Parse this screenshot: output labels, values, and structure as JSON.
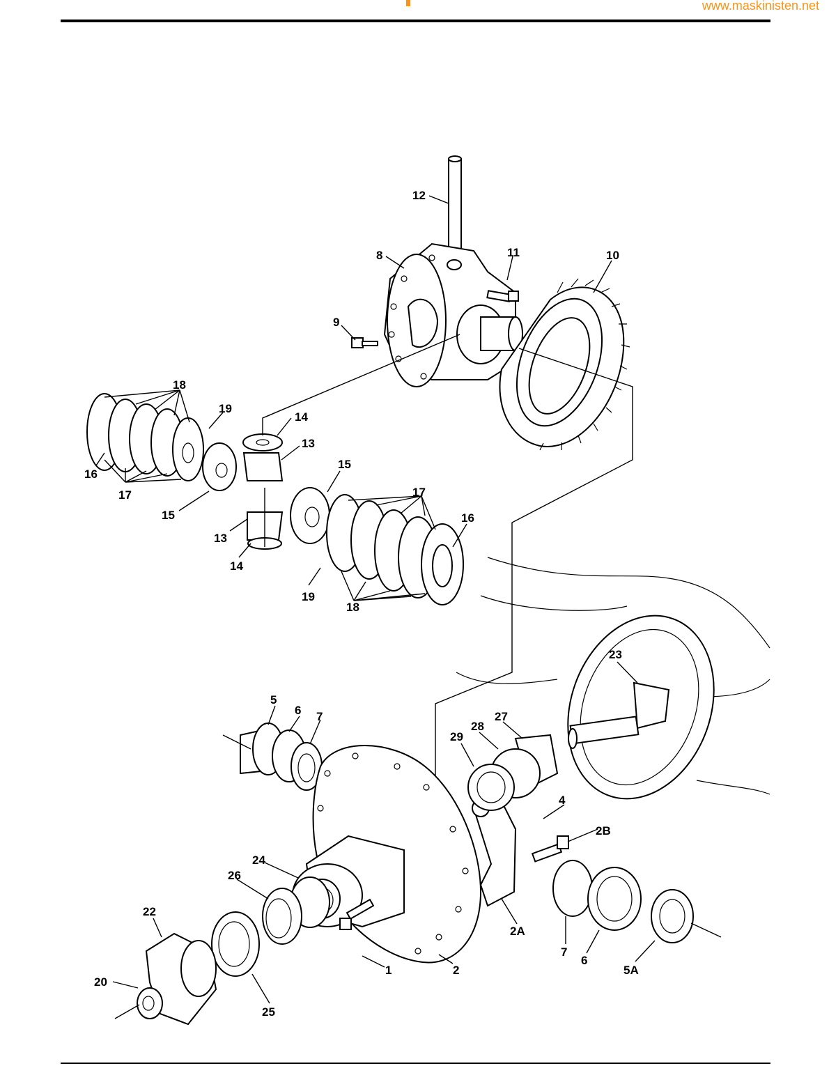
{
  "header": {
    "url": "www.maskinisten.net",
    "accent_color": "#f7941d"
  },
  "diagram": {
    "labels": {
      "l12": "12",
      "l8": "8",
      "l11": "11",
      "l10": "10",
      "l9": "9",
      "l18a": "18",
      "l19a": "19",
      "l14a": "14",
      "l13a": "13",
      "l16a": "16",
      "l17a": "17",
      "l15a": "15",
      "l15b": "15",
      "l17b": "17",
      "l16b": "16",
      "l13b": "13",
      "l14b": "14",
      "l19b": "19",
      "l18b": "18",
      "l23": "23",
      "l5": "5",
      "l6a": "6",
      "l7a": "7",
      "l27": "27",
      "l28": "28",
      "l29": "29",
      "l4": "4",
      "l2B": "2B",
      "l24": "24",
      "l26": "26",
      "l22": "22",
      "l2A": "2A",
      "l7b": "7",
      "l6b": "6",
      "l5A": "5A",
      "l1": "1",
      "l2": "2",
      "l20": "20",
      "l25": "25"
    }
  }
}
